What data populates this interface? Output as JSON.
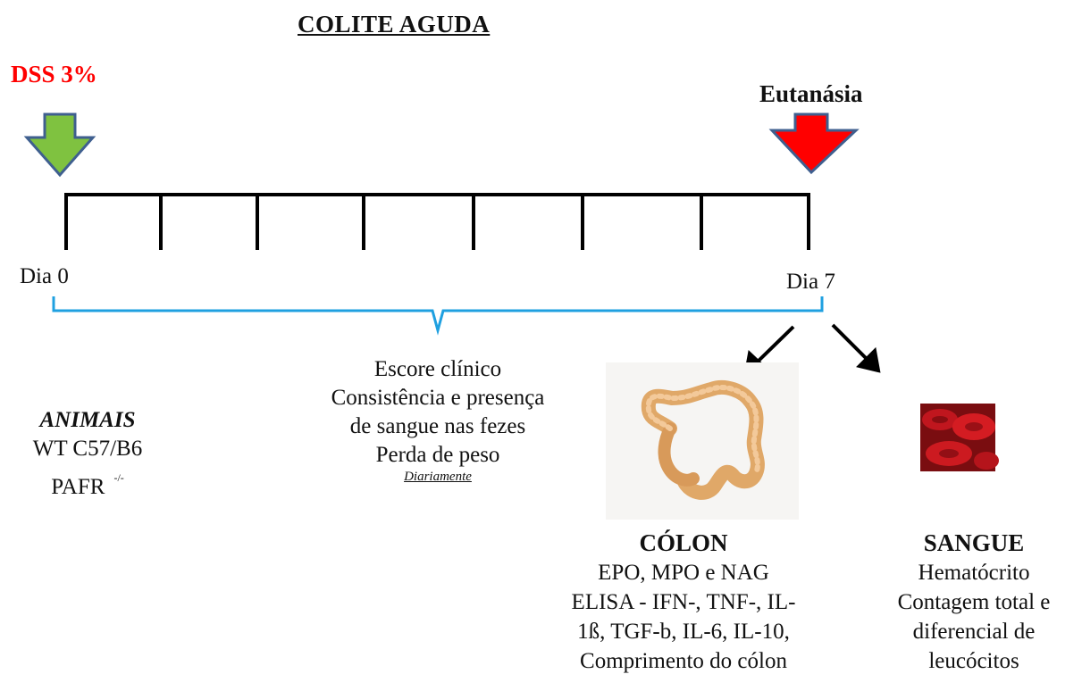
{
  "title": "COLITE AGUDA",
  "start_label": "DSS 3%",
  "end_label": "Eutanásia",
  "timeline": {
    "start_day": "Dia 0",
    "end_day": "Dia 7"
  },
  "measurements": {
    "line1": "Escore clínico",
    "line2": "Consistência  e presença",
    "line3": "de sangue  nas fezes",
    "line4": "Perda de peso",
    "frequency": "Diariamente"
  },
  "animals": {
    "header": "ANIMAIS",
    "line1": "WT C57/B6",
    "line2": "PAFR",
    "line2_sup": "-/-"
  },
  "colon": {
    "header": "CÓLON",
    "line1": "EPO, MPO e NAG",
    "line2": "ELISA - IFN-, TNF-, IL-",
    "line3": "1ß, TGF-b, IL-6, IL-10,",
    "line4": "Comprimento  do cólon"
  },
  "blood": {
    "header": "SANGUE",
    "line1": "Hematócrito",
    "line2": "Contagem total e",
    "line3": "diferencial  de",
    "line4": "leucócitos"
  },
  "colors": {
    "start_arrow": "#7fc240",
    "end_arrow": "#ff0000",
    "arrow_border": "#3f5f8f",
    "title_red": "#ff0000",
    "brace": "#1fa0e0"
  }
}
